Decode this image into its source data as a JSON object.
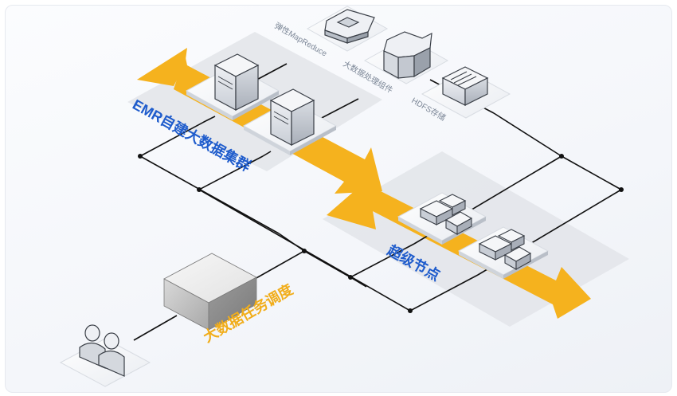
{
  "labels": {
    "emr_cluster": "EMR自建大数据集群",
    "super_node": "超级节点",
    "scheduler": "大数据任务调度",
    "mapreduce": "弹性MapReduce",
    "bigdata_components": "大数据处理组件",
    "hdfs": "HDFS存储"
  },
  "icons": [
    "server-icon",
    "box-icon",
    "users-icon",
    "mapreduce-icon",
    "component-icon",
    "storage-icon",
    "cube-node-icon"
  ],
  "colors": {
    "accent_orange": "#f5b21e",
    "label_blue": "#1f5ccc",
    "label_orange": "#f1ad1a",
    "line": "#111111"
  }
}
